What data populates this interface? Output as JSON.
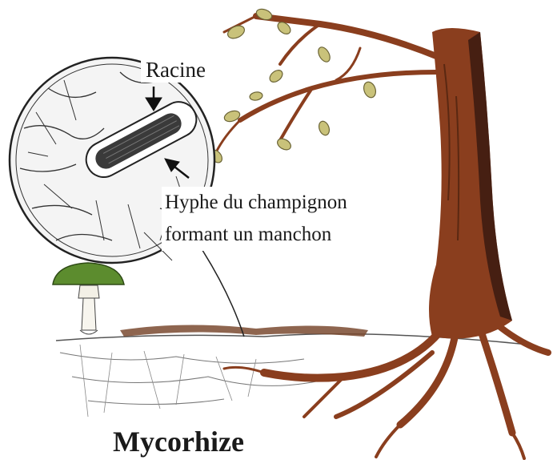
{
  "diagram": {
    "labels": {
      "root": "Racine",
      "hypha_line1": "Hyphe du champignon",
      "hypha_line2": "formant un manchon",
      "title": "Mycorhize"
    },
    "colors": {
      "trunk": "#8a3e1e",
      "trunk_shadow": "#3a1a10",
      "mushroom_cap": "#5c8c2e",
      "leaf": "#c9c27a",
      "ink": "#1a1a1a",
      "soil": "#7a4a30"
    }
  }
}
